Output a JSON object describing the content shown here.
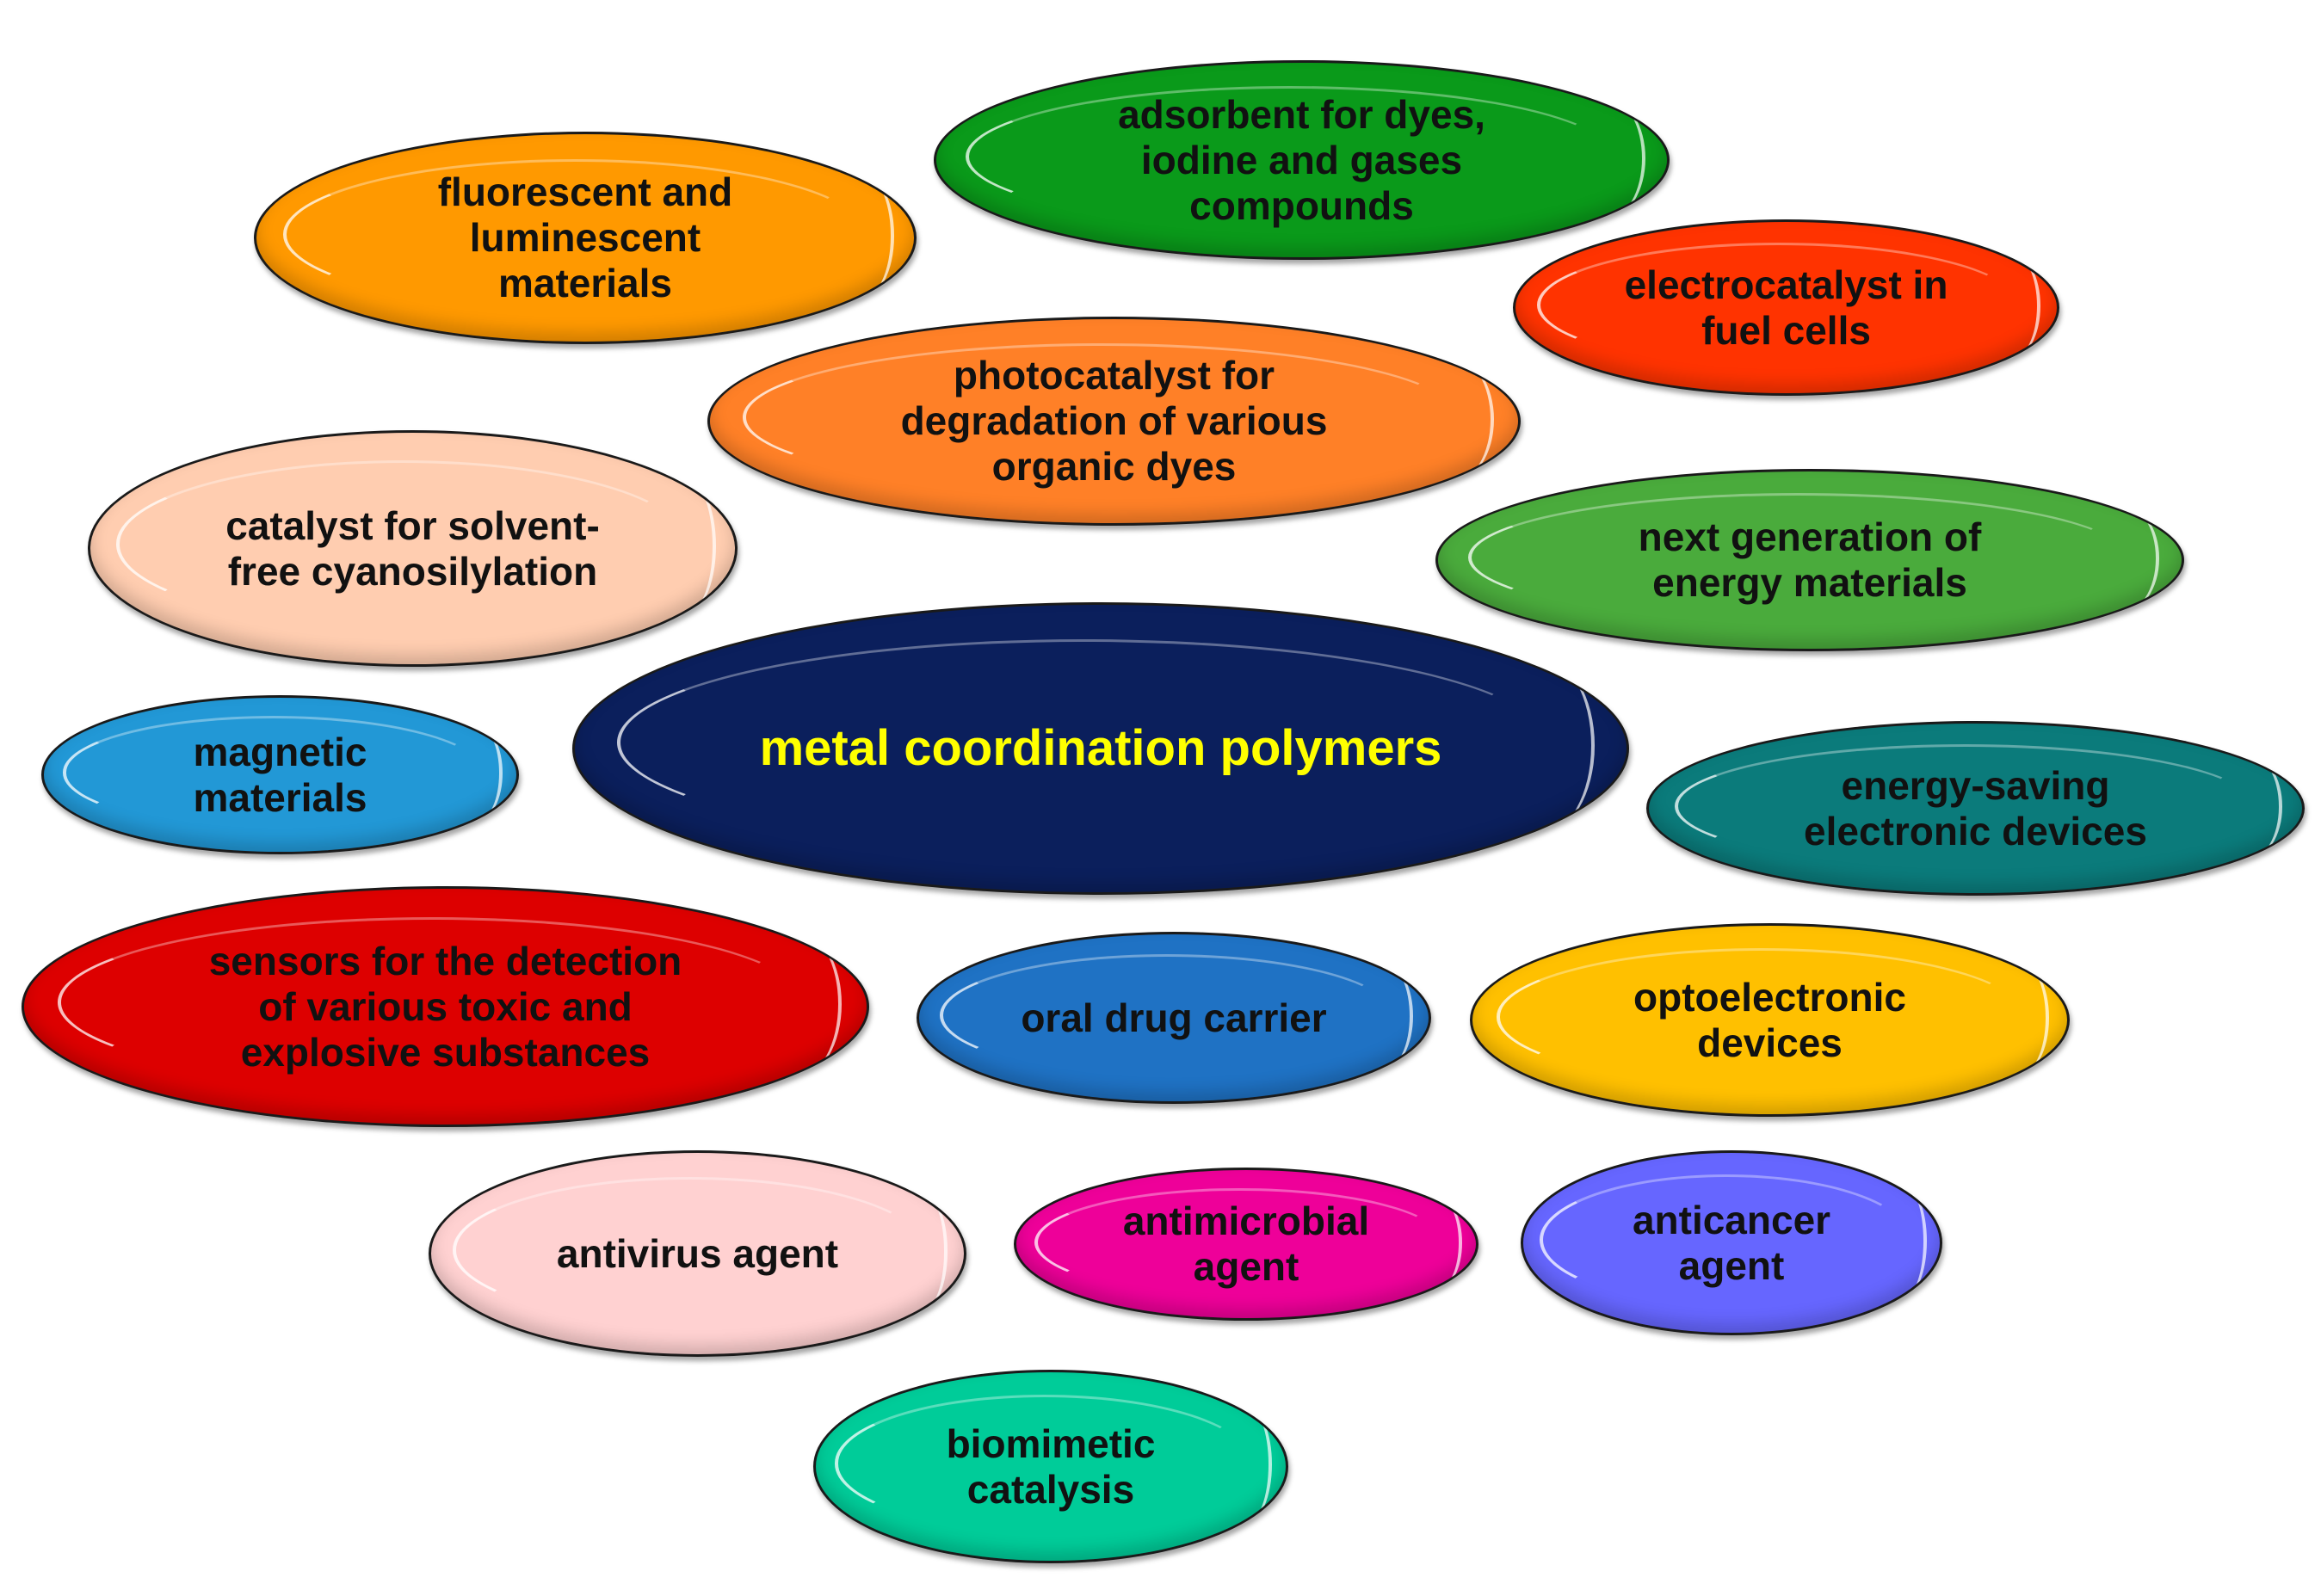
{
  "center": {
    "label": "metal coordination polymers",
    "color": "#0b1f5c",
    "text_color": "#ffff00"
  },
  "bubbles": [
    {
      "key": "adsorbent",
      "label": "adsorbent for dyes,\niodine and gases\ncompounds",
      "color": "#0a9a1a"
    },
    {
      "key": "fluorescent",
      "label": "fluorescent and\nluminescent\nmaterials",
      "color": "#ff9900"
    },
    {
      "key": "electrocatalyst",
      "label": "electrocatalyst in\nfuel cells",
      "color": "#ff3300"
    },
    {
      "key": "photocatalyst",
      "label": "photocatalyst for\ndegradation of various\norganic dyes",
      "color": "#ff8027"
    },
    {
      "key": "cyanosilylation",
      "label": "catalyst for solvent-\nfree cyanosilylation",
      "color": "#ffcdb0"
    },
    {
      "key": "energy-materials",
      "label": "next generation of\nenergy materials",
      "color": "#4aab3c"
    },
    {
      "key": "magnetic",
      "label": "magnetic\nmaterials",
      "color": "#2298d6"
    },
    {
      "key": "electronic-devices",
      "label": "energy-saving\nelectronic devices",
      "color": "#0b7b7b"
    },
    {
      "key": "sensors",
      "label": "sensors for the detection\nof various toxic and\nexplosive substances",
      "color": "#dd0000"
    },
    {
      "key": "oral-drug",
      "label": "oral drug carrier",
      "color": "#1f72c4"
    },
    {
      "key": "optoelectronic",
      "label": "optoelectronic\ndevices",
      "color": "#ffc000"
    },
    {
      "key": "antivirus",
      "label": "antivirus agent",
      "color": "#ffd1d1"
    },
    {
      "key": "antimicrobial",
      "label": "antimicrobial\nagent",
      "color": "#ee0099"
    },
    {
      "key": "anticancer",
      "label": "anticancer\nagent",
      "color": "#6666ff"
    },
    {
      "key": "biomimetic",
      "label": "biomimetic\ncatalysis",
      "color": "#00cc99"
    }
  ]
}
